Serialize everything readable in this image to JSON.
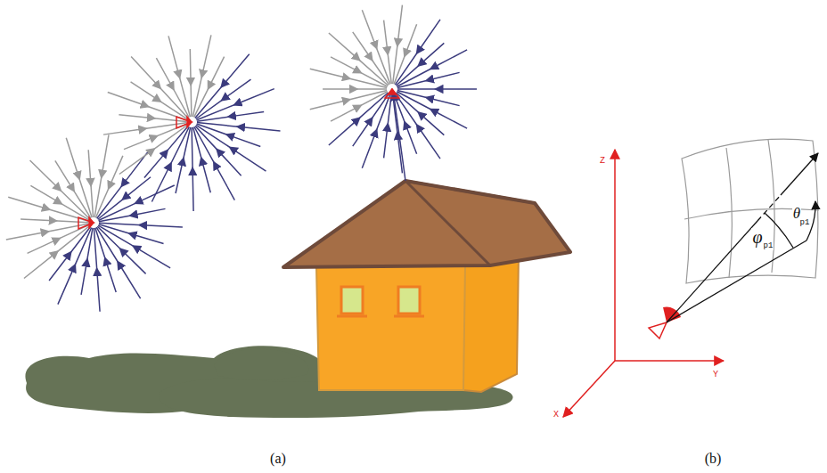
{
  "diagram": {
    "labels": [
      "(a)",
      "(b)",
      "Z",
      "Y",
      "X",
      "φ",
      "p1",
      "θ",
      "p1"
    ]
  }
}
